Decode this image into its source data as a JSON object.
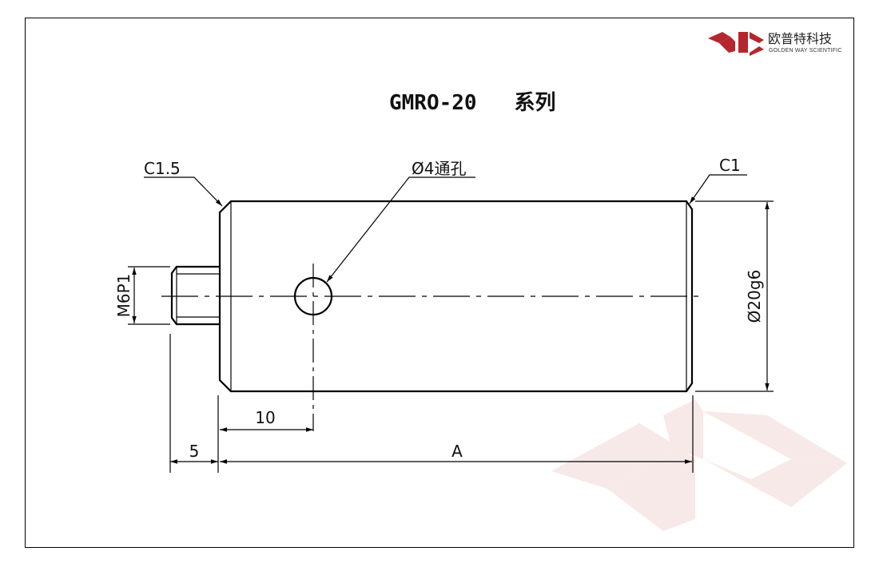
{
  "brand": {
    "name_cn": "欧普特科技",
    "name_en": "GOLDEN WAY SCIENTIFIC",
    "color": "#b5272d"
  },
  "title": "GMRO-20   系列",
  "annotations": {
    "chamfer_left": "C1.5",
    "chamfer_right": "C1",
    "hole": "Ø4通孔",
    "thread": "M6P1",
    "diameter": "Ø20g6",
    "dim_hole_pos": "10",
    "dim_thread_len": "5",
    "dim_length": "A"
  }
}
